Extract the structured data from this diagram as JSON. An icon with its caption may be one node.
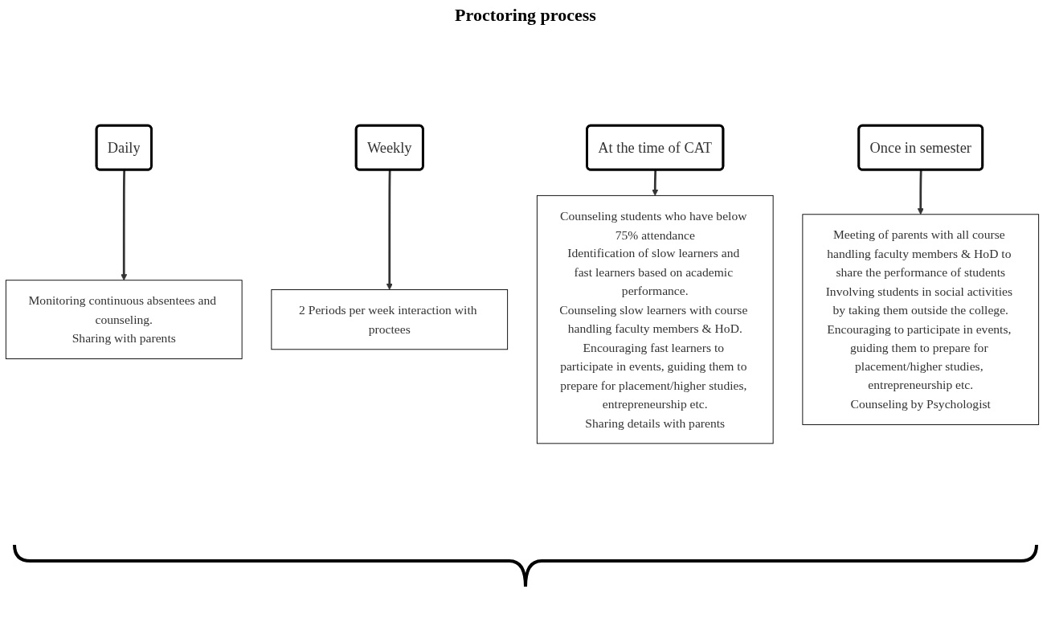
{
  "diagram": {
    "title": "Proctoring process",
    "nodes": [
      {
        "text": [
          "Daily"
        ]
      },
      {
        "text": [
          "Monitoring continuous absentees and counseling.",
          "Sharing with parents"
        ]
      },
      {
        "text": [
          "Weekly"
        ]
      },
      {
        "text": [
          "2 Periods per week interaction with proctees"
        ]
      },
      {
        "text": [
          "At the time of CAT"
        ]
      },
      {
        "text": [
          "Counseling students who have below 75% attendance",
          "Identification of slow learners and fast learners based on academic performance.",
          "Counseling slow learners with course handling faculty members & HoD.",
          "Encouraging fast learners to participate in events, guiding them to prepare for placement/higher studies, entrepreneurship etc.",
          "Sharing details with parents"
        ]
      },
      {
        "text": [
          "Once in semester"
        ]
      },
      {
        "text": [
          "Meeting of parents with all course handling faculty members & HoD to share the performance of students",
          "Involving students in social activities by taking them outside the college.",
          "Encouraging to participate in events, guiding them to prepare for placement/higher studies, entrepreneurship etc.",
          "Counseling by Psychologist"
        ]
      }
    ],
    "edges": [
      {
        "from": 0,
        "to": 1,
        "arrow": "to"
      },
      {
        "from": 2,
        "to": 3,
        "arrow": "to"
      },
      {
        "from": 4,
        "to": 5,
        "arrow": "to"
      },
      {
        "from": 6,
        "to": 7,
        "arrow": "to"
      }
    ]
  }
}
